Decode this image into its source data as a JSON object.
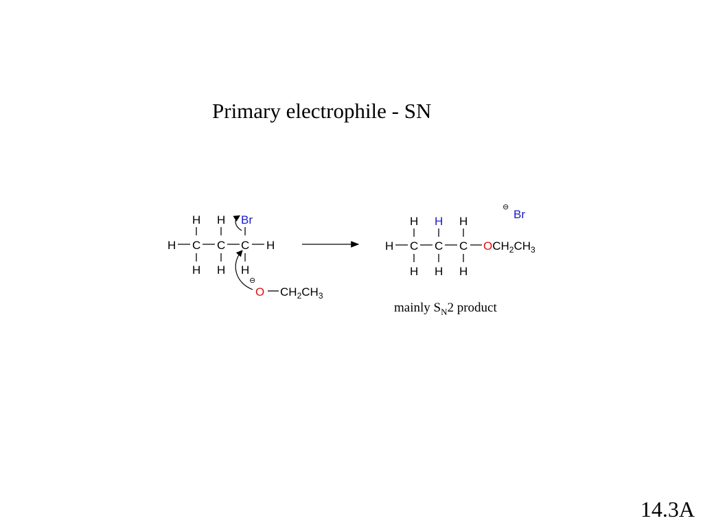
{
  "slide": {
    "title": "Primary electrophile - SN",
    "slide_number": "14.3A"
  },
  "colors": {
    "text": "#000000",
    "bromine": "#1a1acc",
    "oxygen": "#e01010",
    "highlight_h": "#1a1acc"
  },
  "reactant": {
    "atom_h": "H",
    "atom_c": "C",
    "leaving_group": "Br",
    "nucleophile_o": "O",
    "ethyl_part1": "CH",
    "ethyl_sub2": "2",
    "ethyl_part2": "CH",
    "ethyl_sub3": "3",
    "charge": "⊖"
  },
  "product": {
    "atom_h": "H",
    "atom_c": "C",
    "ether_o": "O",
    "ethyl_part1": "CH",
    "ethyl_sub2": "2",
    "ethyl_part2": "CH",
    "ethyl_sub3": "3",
    "bromide": "Br",
    "charge": "⊖",
    "caption_prefix": "mainly S",
    "caption_sub": "N",
    "caption_suffix": "2 product"
  }
}
